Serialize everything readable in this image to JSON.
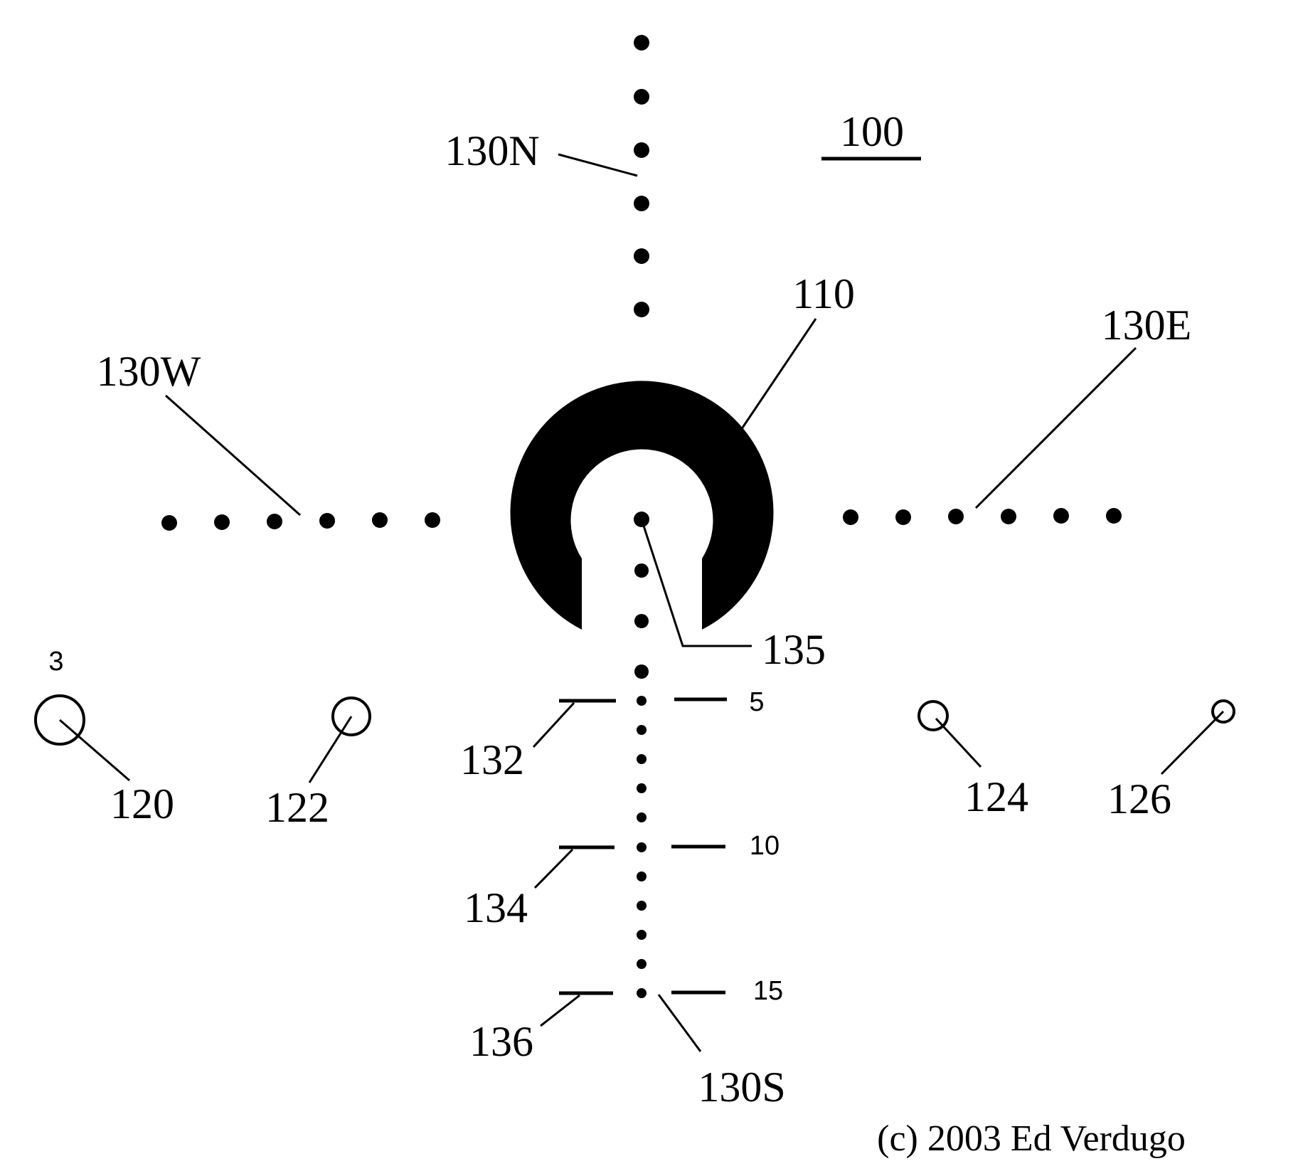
{
  "figure": {
    "number": "100",
    "copyright": "(c) 2003 Ed Verdugo"
  },
  "reticle": {
    "label": "110",
    "center_dot_label": "135"
  },
  "lines": {
    "north": "130N",
    "east": "130E",
    "west": "130W",
    "south": "130S"
  },
  "range_marks": [
    {
      "label": "132",
      "value": "5"
    },
    {
      "label": "134",
      "value": "10"
    },
    {
      "label": "136",
      "value": "15"
    }
  ],
  "circles": [
    {
      "label": "120",
      "annotation": "3"
    },
    {
      "label": "122"
    },
    {
      "label": "124"
    },
    {
      "label": "126"
    }
  ]
}
